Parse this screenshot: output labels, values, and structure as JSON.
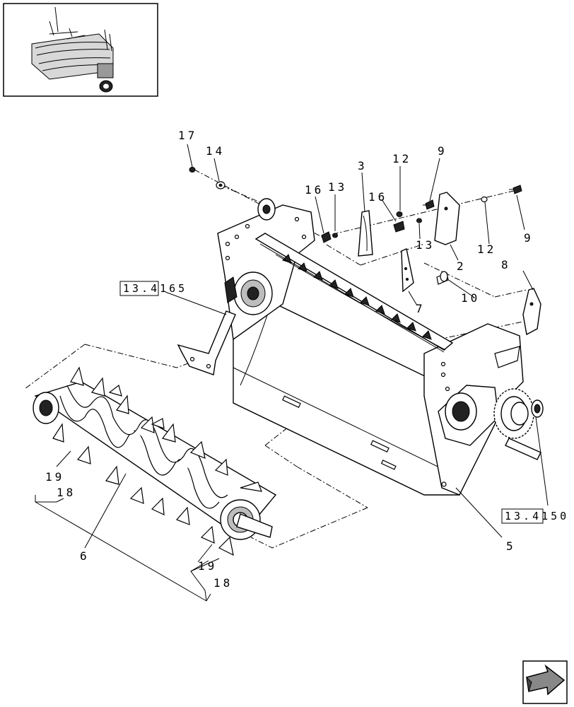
{
  "callouts": {
    "c17": "17",
    "c14": "14",
    "c16a": "16",
    "c13a": "13",
    "c3": "3",
    "c16b": "16",
    "c12a": "12",
    "c9a": "9",
    "c13b": "13",
    "c2": "2",
    "c12b": "12",
    "c9b": "9",
    "c8": "8",
    "c10": "10",
    "c7": "7",
    "c5": "5",
    "c6": "6",
    "c19a": "19",
    "c18a": "18",
    "c19b": "19",
    "c18b": "18"
  },
  "references": {
    "left": "13.4165",
    "right": "13.4150"
  },
  "icons": {
    "thumbnail": "baler-pickup-thumbnail",
    "nav": "next-page-arrow-icon"
  }
}
